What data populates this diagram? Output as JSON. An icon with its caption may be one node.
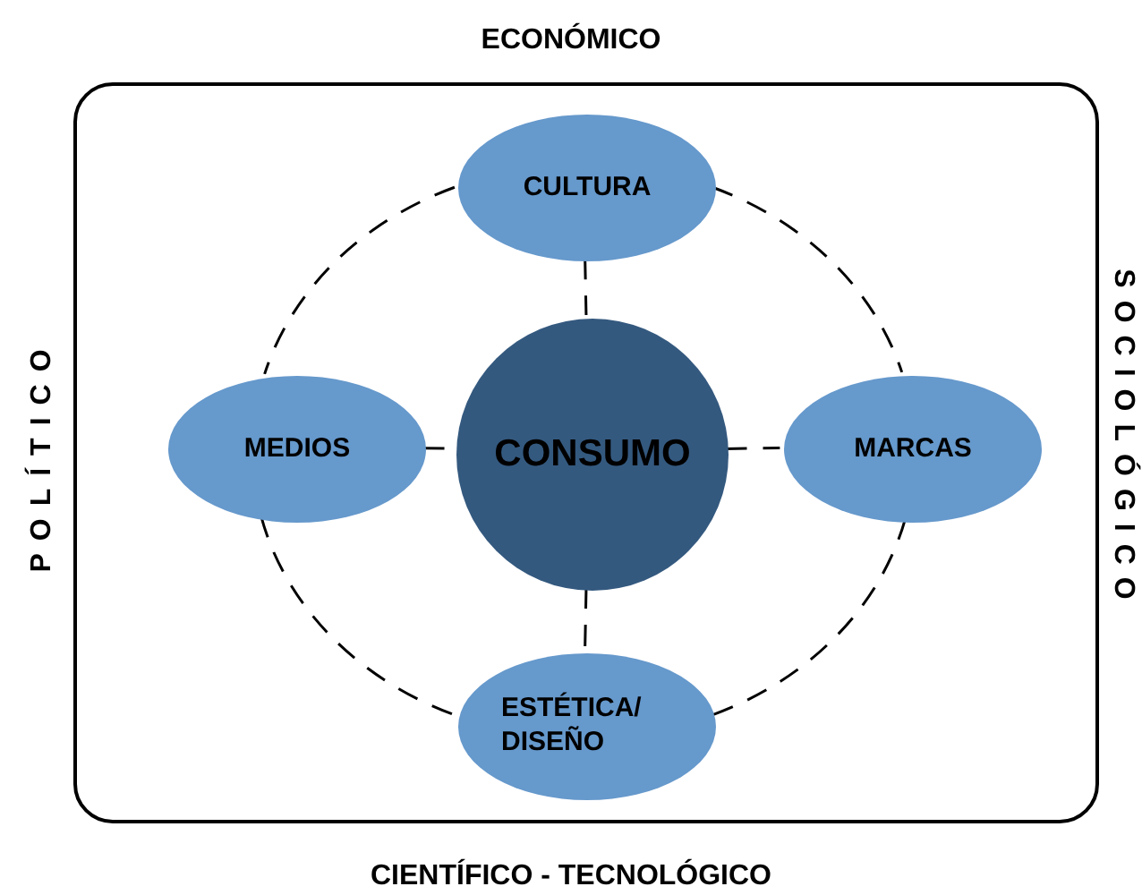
{
  "diagram": {
    "nodes": [
      {
        "text": [],
        "shape": "box"
      },
      {
        "text": [
          "CULTURA"
        ],
        "in": 0
      },
      {
        "text": [
          "MEDIOS"
        ],
        "in": 0
      },
      {
        "text": [
          "CONSUMO"
        ],
        "in": 0
      },
      {
        "text": [
          "MARCAS"
        ],
        "in": 0
      },
      {
        "text": [
          "ESTÉTICA/ DISEÑO"
        ],
        "in": 0
      }
    ],
    "edges": [
      {
        "from": 1,
        "to": 3,
        "arrow": "none",
        "style": "dashed"
      },
      {
        "from": 2,
        "to": 3,
        "arrow": "none",
        "style": "dashed"
      },
      {
        "from": 3,
        "to": 4,
        "arrow": "none",
        "style": "dashed"
      },
      {
        "from": 3,
        "to": 5,
        "arrow": "none",
        "style": "dashed"
      },
      {
        "from": 1,
        "to": 2,
        "arrow": "none",
        "style": "dashed"
      },
      {
        "from": 1,
        "to": 4,
        "arrow": "none",
        "style": "dashed"
      },
      {
        "from": 2,
        "to": 5,
        "arrow": "none",
        "style": "dashed"
      },
      {
        "from": 4,
        "to": 5,
        "arrow": "none",
        "style": "dashed"
      }
    ],
    "labels": [
      "ECONÓMICO",
      "POLÍTICO",
      "SOCIOLÓGICO",
      "CIENTÍFICO - TECNOLÓGICO"
    ]
  }
}
